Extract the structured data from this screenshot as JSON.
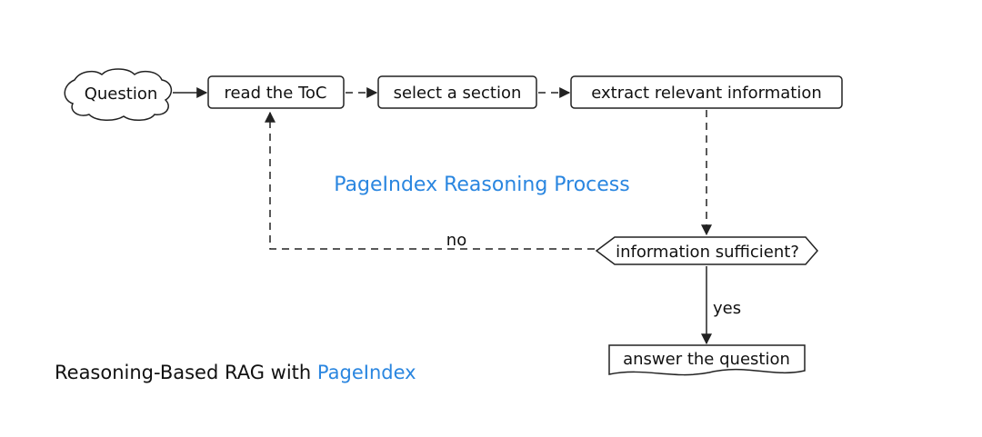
{
  "flow": {
    "question": "Question",
    "read_toc": "read the ToC",
    "select_section": "select a section",
    "extract": "extract relevant information",
    "decision": "information sufficient?",
    "answer": "answer the question",
    "label_no": "no",
    "label_yes": "yes"
  },
  "process_title": "PageIndex Reasoning Process",
  "footer": {
    "prefix": "Reasoning-Based RAG with ",
    "highlight": "PageIndex"
  },
  "colors": {
    "accent": "#2a86e0",
    "line": "#222222",
    "text": "#111111"
  }
}
